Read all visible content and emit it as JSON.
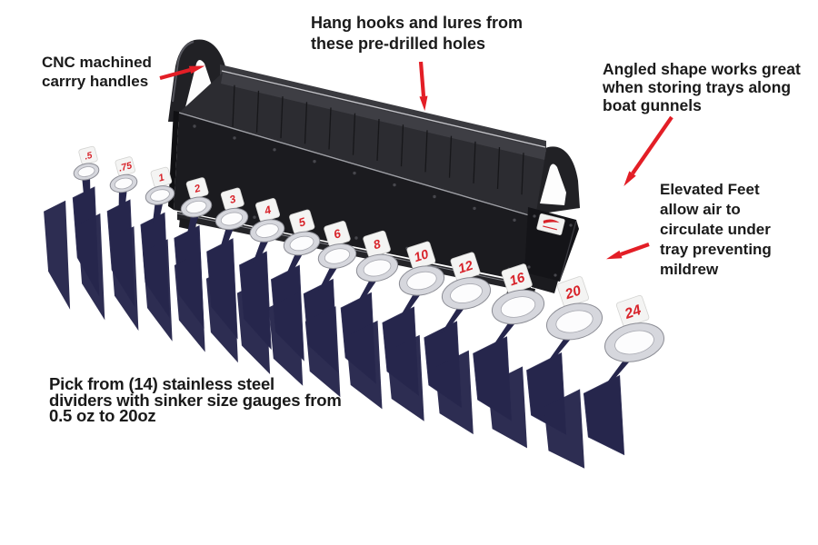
{
  "annotations": {
    "cnc_handles": {
      "lines": [
        "CNC machined",
        "carrry handles"
      ]
    },
    "hang_hooks": {
      "lines": [
        "Hang hooks and lures from",
        "these pre-drilled holes"
      ]
    },
    "angled_shape": {
      "lines": [
        "Angled shape works great",
        "when storing trays along",
        "boat gunnels"
      ]
    },
    "elevated_feet": {
      "lines": [
        "Elevated Feet",
        "allow air to",
        "circulate under",
        "tray preventing",
        "mildrew"
      ]
    },
    "dividers_note": {
      "lines": [
        "Pick from (14) stainless steel",
        "dividers with sinker size gauges from",
        "0.5 oz to 20oz"
      ]
    }
  },
  "dividers": {
    "count": 14,
    "gauge_labels": [
      ".5",
      ".75",
      "1",
      "2",
      "3",
      "4",
      "5",
      "6",
      "8",
      "10",
      "12",
      "16",
      "20",
      "24"
    ]
  },
  "colors": {
    "accent_red": "#e31e26",
    "gauge_label_red": "#d8232a",
    "divider_navy": "#26264c",
    "tray_black": "#1b1b1f",
    "ring_silver": "#d6d7dd",
    "text_black": "#1a1a1a"
  }
}
